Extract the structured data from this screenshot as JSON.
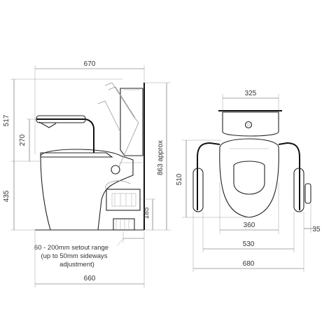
{
  "side_view": {
    "dims": {
      "top_width": "670",
      "total_height": "517",
      "armrest_height": "270",
      "seat_height": "435",
      "overall_height": "863 approx",
      "outlet_height": "185",
      "bottom_width": "660"
    },
    "setout_note": [
      "60 - 200mm setout range",
      "(up to 50mm sideways",
      "adjustment)"
    ]
  },
  "top_view": {
    "dims": {
      "cistern_width": "325",
      "depth": "510",
      "seat_width": "360",
      "arm_span": "530",
      "total_width": "680",
      "grip_offset": "35"
    }
  }
}
